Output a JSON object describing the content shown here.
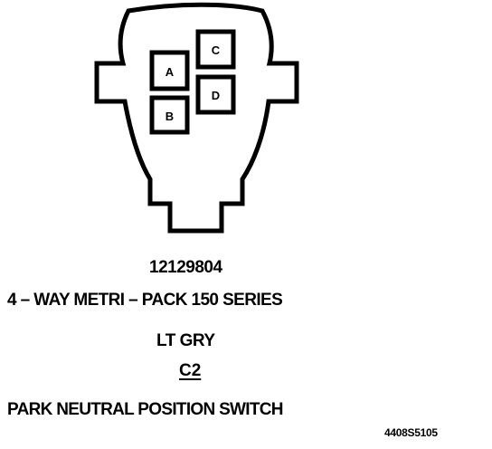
{
  "connector": {
    "terminals": [
      "A",
      "B",
      "C",
      "D"
    ],
    "part_number": "12129804",
    "series": "4 – WAY METRI – PACK 150 SERIES",
    "color": "LT GRY",
    "connector_id": "C2",
    "function": "PARK NEUTRAL POSITION SWITCH"
  },
  "figure_id": "4408S5105",
  "colors": {
    "line": "#000000",
    "background": "#ffffff"
  }
}
